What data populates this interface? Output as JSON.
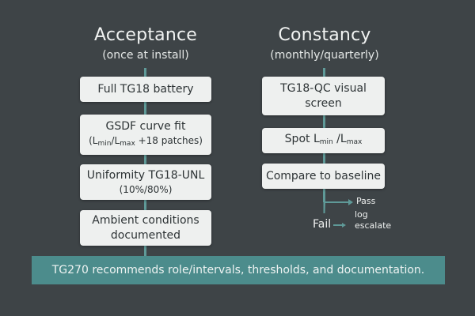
{
  "colors": {
    "background": "#3e4447",
    "box": "#eef0ef",
    "connector": "#5f9a98",
    "footer": "#4c8c8c"
  },
  "acceptance": {
    "title": "Acceptance",
    "subtitle": "(once at install)",
    "steps": [
      {
        "line1": "Full TG18 battery"
      },
      {
        "line1": "GSDF curve fit",
        "line2_parts": [
          "(L",
          "min",
          "/L",
          "max",
          " +18 patches)"
        ]
      },
      {
        "line1": "Uniformity TG18-UNL",
        "line2": "(10%/80%)"
      },
      {
        "line1": "Ambient conditions",
        "line2": "documented"
      }
    ]
  },
  "constancy": {
    "title": "Constancy",
    "subtitle": "(monthly/quarterly)",
    "steps": [
      {
        "line1": "TG18-QC visual",
        "line2": "screen"
      },
      {
        "line1_parts": [
          "Spot L",
          "min",
          " /L",
          "max"
        ]
      },
      {
        "line1": "Compare to baseline"
      }
    ],
    "outcome": {
      "pass": "Pass",
      "fail": "Fail",
      "fail_action_1": "log",
      "fail_action_2": "escalate"
    }
  },
  "footer": "TG270 recommends role/intervals, thresholds, and documentation."
}
